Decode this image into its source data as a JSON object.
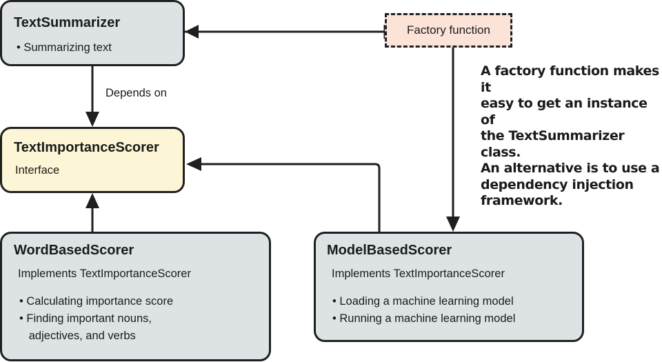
{
  "text_summarizer": {
    "title": "TextSummarizer",
    "bullets": [
      "• Summarizing text"
    ]
  },
  "text_importance_scorer": {
    "title": "TextImportanceScorer",
    "subtitle": "Interface"
  },
  "word_based_scorer": {
    "title": "WordBasedScorer",
    "subtitle": "Implements TextImportanceScorer",
    "bullets": [
      "• Calculating importance score",
      "• Finding important nouns,",
      "   adjectives, and verbs"
    ]
  },
  "model_based_scorer": {
    "title": "ModelBasedScorer",
    "subtitle": "Implements TextImportanceScorer",
    "bullets": [
      "• Loading a machine learning model",
      "• Running a machine learning model"
    ]
  },
  "factory_function": {
    "label": "Factory function"
  },
  "depends_on_label": "Depends on",
  "note": "A factory function makes it\neasy to get an instance of\nthe TextSummarizer class.\nAn alternative is to use a\ndependency injection\nframework."
}
